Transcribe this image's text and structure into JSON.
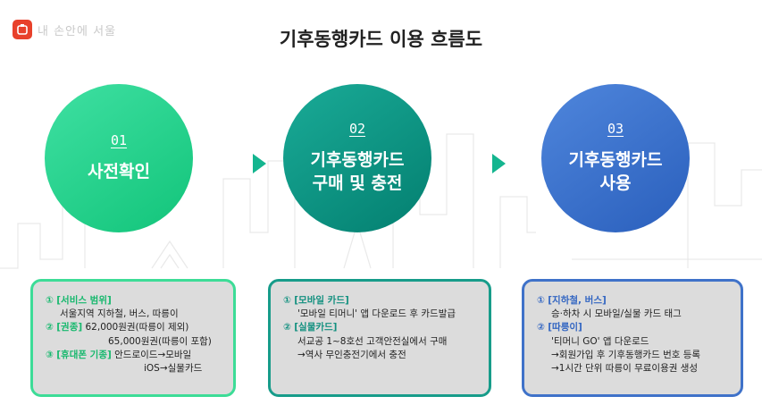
{
  "logo": {
    "text": "내 손안에 서울",
    "icon": "seoul-badge-icon",
    "color": "#e8412b"
  },
  "title": "기후동행카드 이용 흐름도",
  "steps": [
    {
      "num": "01",
      "name": "사전확인",
      "color": "#19c47f"
    },
    {
      "num": "02",
      "name": "기후동행카드\n구매 및 충전",
      "color": "#0a8d7d"
    },
    {
      "num": "03",
      "name": "기후동행카드\n사용",
      "color": "#3a6ed0"
    }
  ],
  "boxes": [
    {
      "s1_marker": "①",
      "s1_title": "[서비스 범위]",
      "s1_line1": "서울지역 지하철, 버스, 따릉이",
      "s2_marker": "②",
      "s2_title": "[권종]",
      "s2_line1": "62,000원권(따릉이 제외)",
      "s2_line2": "65,000원권(따릉이 포함)",
      "s3_marker": "③",
      "s3_title": "[휴대폰 기종]",
      "s3_line1": "안드로이드→모바일",
      "s3_line2": "iOS→실물카드"
    },
    {
      "s1_marker": "①",
      "s1_title": "[모바일 카드]",
      "s1_line1": "'모바일 티머니' 앱 다운로드 후 카드발급",
      "s2_marker": "②",
      "s2_title": "[실물카드]",
      "s2_line1": "서교공 1~8호선 고객안전실에서 구매",
      "s2_line2": "→역사 무인충전기에서 충전"
    },
    {
      "s1_marker": "①",
      "s1_title": "[지하철, 버스]",
      "s1_line1": "승·하차 시 모바일/실물 카드 태그",
      "s2_marker": "②",
      "s2_title": "[따릉이]",
      "s2_line1": "'티머니 GO' 앱 다운로드",
      "s2_line2": "→회원가입 후 기후동행카드 번호 등록",
      "s2_line3": "→1시간 단위 따릉이 무료이용권 생성"
    }
  ]
}
